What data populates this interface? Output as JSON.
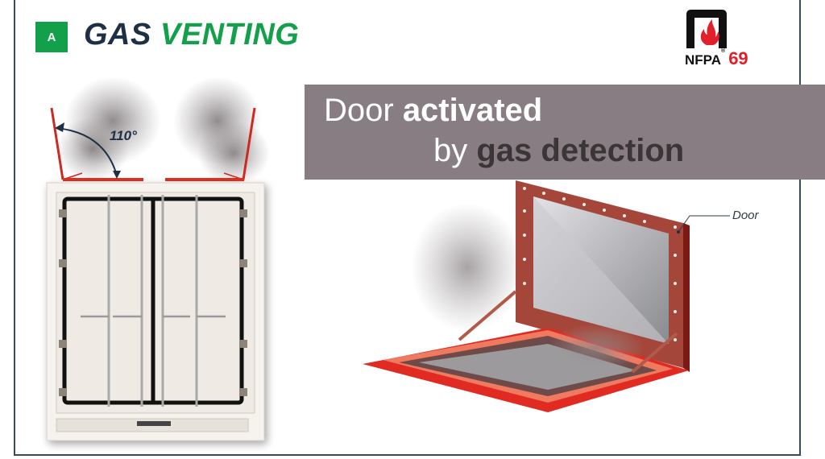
{
  "header": {
    "badge_letter": "A",
    "title_part1": "GAS",
    "title_part2": "VENTING"
  },
  "logo": {
    "brand": "NFPA",
    "registered": "®",
    "standard_number": "69",
    "icon": "nfpa-flame-icon"
  },
  "banner": {
    "line1_regular": "Door ",
    "line1_bold": "activated",
    "line2_regular": "by ",
    "line2_bold": "gas detection"
  },
  "left_illustration": {
    "description": "Container with vent doors opened at angle, smoke escaping",
    "angle_label": "110°"
  },
  "right_illustration": {
    "description": "Red hatch vent door opened with smoke",
    "callout_label": "Door"
  },
  "colors": {
    "green": "#12a04a",
    "navy": "#1f3045",
    "banner": "#877d82",
    "red": "#d8261e",
    "frame": "#3b4a5a"
  }
}
